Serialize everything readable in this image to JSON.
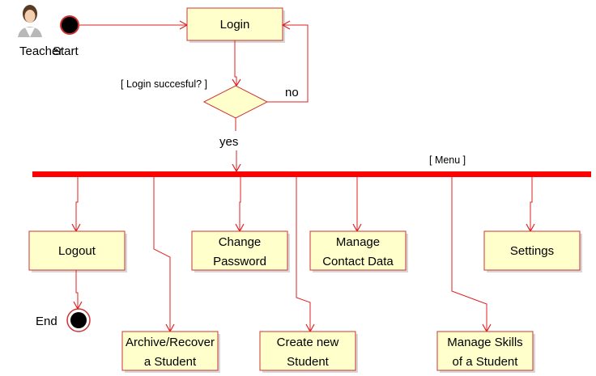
{
  "actor": {
    "name": "Teacher"
  },
  "start": {
    "label": "Start"
  },
  "end": {
    "label": "End"
  },
  "nodes": {
    "login": "Login",
    "logout": "Logout",
    "change_password": [
      "Change",
      "Password"
    ],
    "manage_contact": [
      "Manage",
      "Contact Data"
    ],
    "settings": "Settings",
    "archive": [
      "Archive/Recover",
      "a Student"
    ],
    "create": [
      "Create new",
      "Student"
    ],
    "manage_skills": [
      "Manage Skills",
      "of a Student"
    ]
  },
  "decision": {
    "guard": "[ Login succesful? ]",
    "no": "no",
    "yes": "yes"
  },
  "fork": {
    "label": "[ Menu ]"
  },
  "colors": {
    "line": "#dd2222",
    "box_fill": "#ffffcc",
    "bar": "#ff0000",
    "node_dot": "#000000"
  }
}
